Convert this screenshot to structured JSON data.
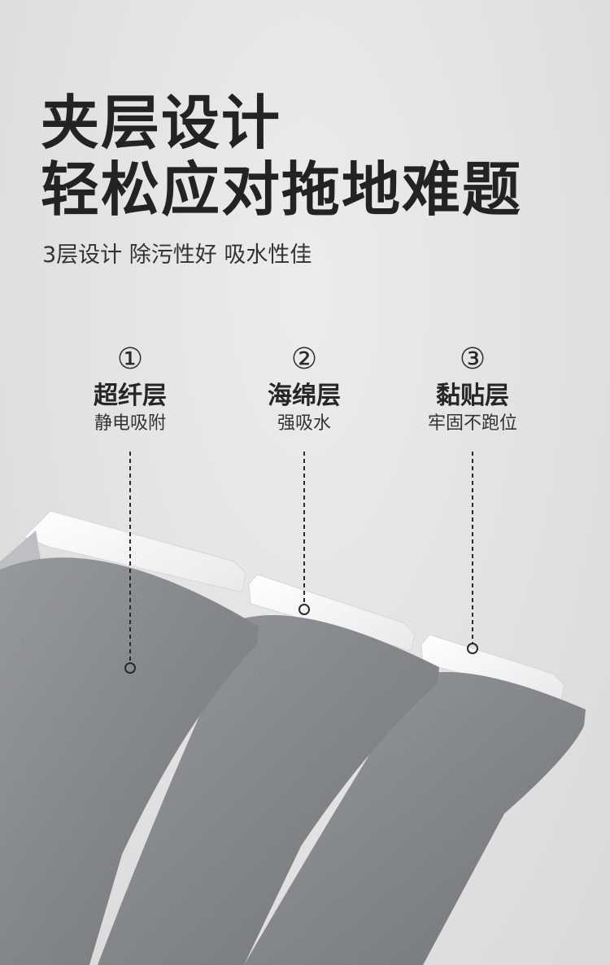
{
  "headline": {
    "line1": "夹层设计",
    "line2": "轻松应对拖地难题"
  },
  "subtitle": "3层设计 除污性好 吸水性佳",
  "layers": [
    {
      "number": "①",
      "name": "超纤层",
      "feature": "静电吸附"
    },
    {
      "number": "②",
      "name": "海绵层",
      "feature": "强吸水"
    },
    {
      "number": "③",
      "name": "黏贴层",
      "feature": "牢固不跑位"
    }
  ],
  "colors": {
    "background": "#e4e4e4",
    "text": "#262626",
    "fabric": "#8c8f93",
    "plate": "#ffffff"
  }
}
